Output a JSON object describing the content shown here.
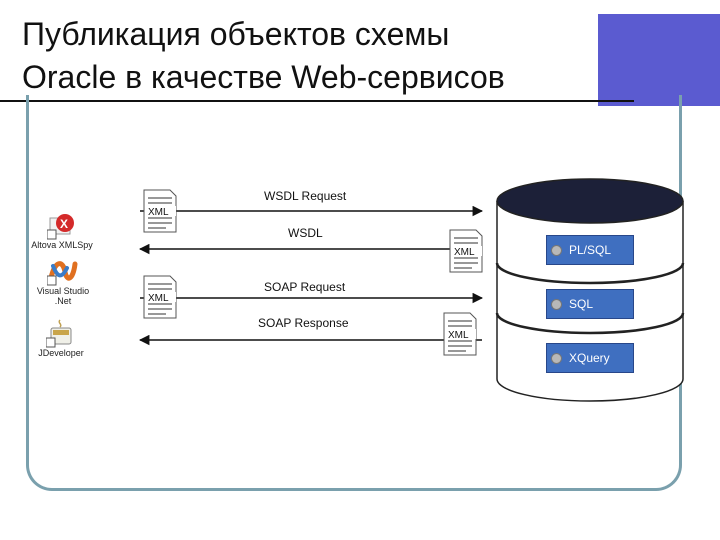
{
  "title": {
    "line1": "Публикация объектов схемы",
    "line2": "Oracle в качестве Web-сервисов"
  },
  "clients": [
    {
      "name": "Altova XMLSpy",
      "label": "Altova XMLSpy",
      "icon": "xmlspy-icon"
    },
    {
      "name": "Visual Studio .Net",
      "label_line1": "Visual Studio",
      "label_line2": ".Net",
      "icon": "visual-studio-icon"
    },
    {
      "name": "JDeveloper",
      "label": "JDeveloper",
      "icon": "jdeveloper-icon"
    }
  ],
  "messages": {
    "wsdl_request": "WSDL Request",
    "wsdl": "WSDL",
    "soap_request": "SOAP Request",
    "soap_response": "SOAP Response"
  },
  "doc_icon_label": "XML",
  "services": [
    {
      "label": "PL/SQL"
    },
    {
      "label": "SQL"
    },
    {
      "label": "XQuery"
    }
  ],
  "colors": {
    "title_bar": "#5b5bd0",
    "frame": "#7aa0ad",
    "database_top": "#1c2038",
    "service_box": "#3f6fc0"
  }
}
